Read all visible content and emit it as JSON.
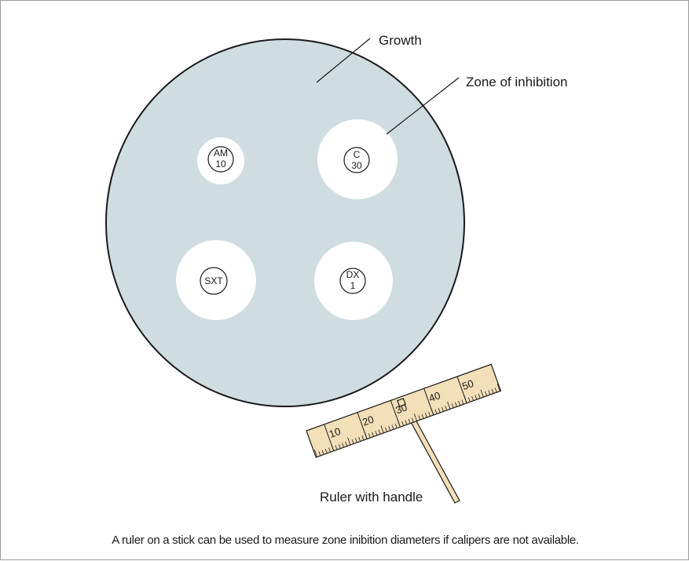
{
  "labels": {
    "growth": "Growth",
    "zone": "Zone of inhibition",
    "ruler": "Ruler with handle"
  },
  "disks": [
    {
      "id": "am",
      "line1": "AM",
      "line2": "10"
    },
    {
      "id": "c",
      "line1": "C",
      "line2": "30"
    },
    {
      "id": "sxt",
      "line1": "SXT",
      "line2": ""
    },
    {
      "id": "dx",
      "line1": "DX",
      "line2": "1"
    }
  ],
  "ruler_numbers": [
    "10",
    "20",
    "30",
    "40",
    "50"
  ],
  "caption": "A ruler on a stick can be used to measure zone inibition diameters if calipers are not available.",
  "colors": {
    "growth": "#cfdde0",
    "zone": "#ffffff",
    "ruler": "#f3dfb8",
    "outline": "#1a1a1a"
  }
}
